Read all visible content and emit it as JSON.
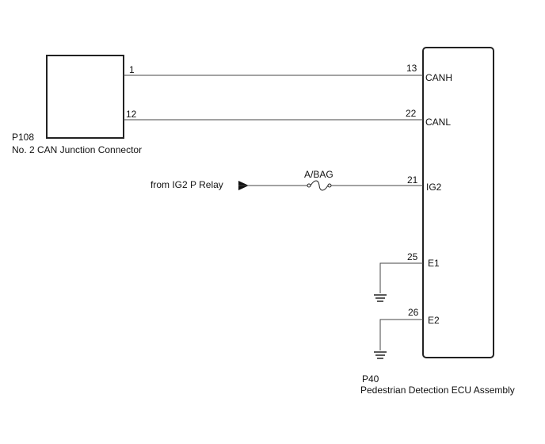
{
  "connector_p108": {
    "code": "P108",
    "name": "No. 2 CAN Junction Connector",
    "pins": [
      "1",
      "12"
    ]
  },
  "ecu_p40": {
    "code": "P40",
    "name": "Pedestrian Detection ECU Assembly",
    "pins": [
      {
        "number": "13",
        "signal": "CANH"
      },
      {
        "number": "22",
        "signal": "CANL"
      },
      {
        "number": "21",
        "signal": "IG2"
      },
      {
        "number": "25",
        "signal": "E1"
      },
      {
        "number": "26",
        "signal": "E2"
      }
    ]
  },
  "power_input": {
    "label": "from IG2 P Relay",
    "fuse_label": "A/BAG"
  }
}
